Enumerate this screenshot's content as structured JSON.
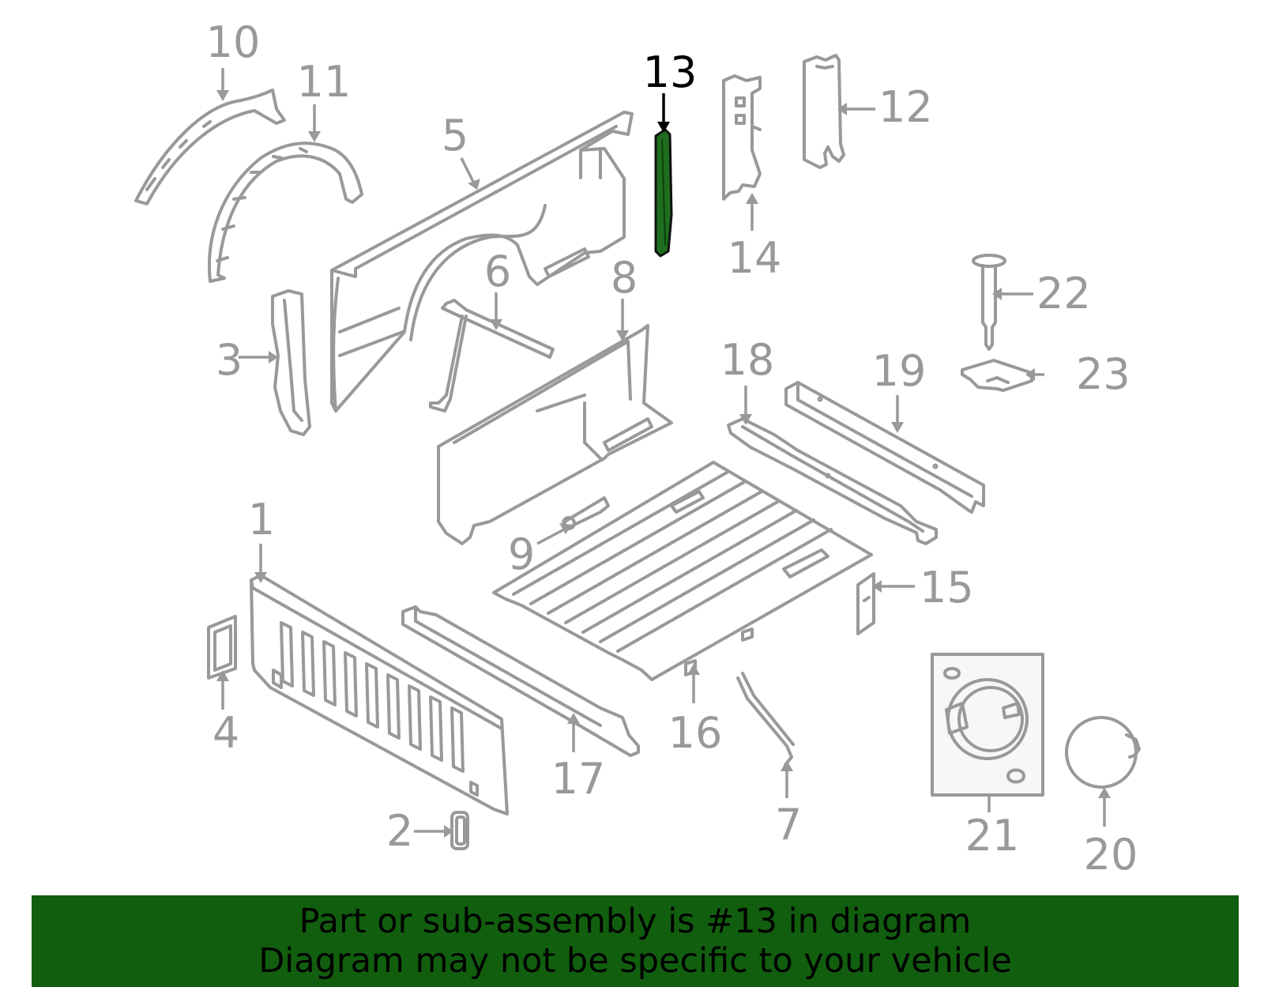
{
  "diagram": {
    "highlight_part": "13",
    "colors": {
      "part": "#999999",
      "highlight": "#1f6e1f",
      "banner": "#115e0f",
      "text_highlight": "#000000"
    },
    "callouts": [
      {
        "id": "c1",
        "label": "1"
      },
      {
        "id": "c2",
        "label": "2"
      },
      {
        "id": "c3",
        "label": "3"
      },
      {
        "id": "c4",
        "label": "4"
      },
      {
        "id": "c5",
        "label": "5"
      },
      {
        "id": "c6",
        "label": "6"
      },
      {
        "id": "c7",
        "label": "7"
      },
      {
        "id": "c8",
        "label": "8"
      },
      {
        "id": "c9",
        "label": "9"
      },
      {
        "id": "c10",
        "label": "10"
      },
      {
        "id": "c11",
        "label": "11"
      },
      {
        "id": "c12",
        "label": "12"
      },
      {
        "id": "c13",
        "label": "13"
      },
      {
        "id": "c14",
        "label": "14"
      },
      {
        "id": "c15",
        "label": "15"
      },
      {
        "id": "c16",
        "label": "16"
      },
      {
        "id": "c17",
        "label": "17"
      },
      {
        "id": "c18",
        "label": "18"
      },
      {
        "id": "c19",
        "label": "19"
      },
      {
        "id": "c20",
        "label": "20"
      },
      {
        "id": "c21",
        "label": "21"
      },
      {
        "id": "c22",
        "label": "22"
      },
      {
        "id": "c23",
        "label": "23"
      }
    ]
  },
  "banner": {
    "line1": "Part or sub-assembly is #13 in diagram",
    "line2": "Diagram may not be specific to your vehicle"
  }
}
